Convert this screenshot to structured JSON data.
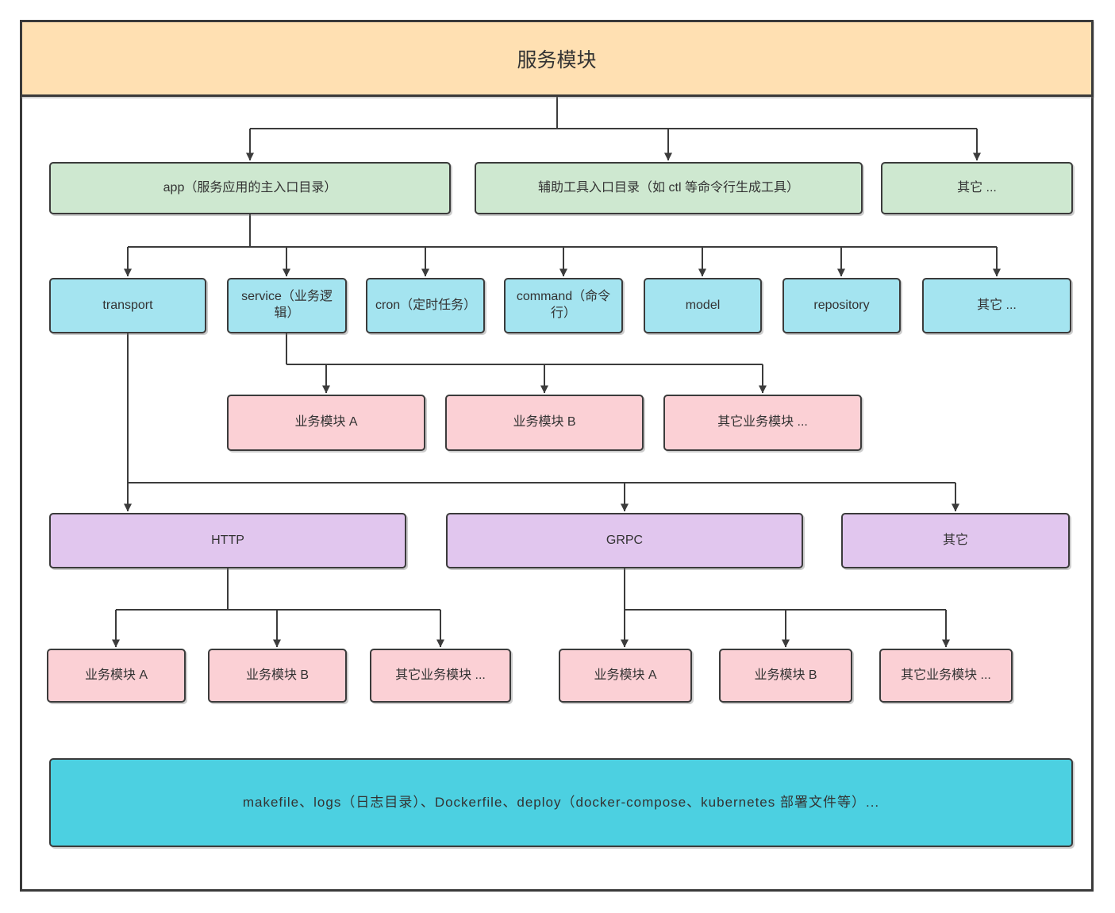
{
  "title": "服务模块",
  "colors": {
    "header_bg": "#ffe0b2",
    "entry_bg": "#cee8d0",
    "layer_bg": "#a4e4f0",
    "module_bg": "#fbd0d5",
    "protocol_bg": "#e1c6ee",
    "infra_bg": "#4cd0e1",
    "border": "#3b3b3b",
    "line": "#3c3c3c",
    "text": "#333333"
  },
  "entries": {
    "app": "app（服务应用的主入口目录）",
    "tools": "辅助工具入口目录（如 ctl 等命令行生成工具）",
    "other": "其它 ..."
  },
  "layers": {
    "transport": "transport",
    "service": "service（业务逻辑）",
    "cron": "cron（定时任务）",
    "command": "command（命令行）",
    "model": "model",
    "repository": "repository",
    "other": "其它 ..."
  },
  "service_modules": {
    "a": "业务模块 A",
    "b": "业务模块 B",
    "other": "其它业务模块 ..."
  },
  "protocols": {
    "http": "HTTP",
    "grpc": "GRPC",
    "other": "其它"
  },
  "http_modules": {
    "a": "业务模块 A",
    "b": "业务模块 B",
    "other": "其它业务模块 ..."
  },
  "grpc_modules": {
    "a": "业务模块 A",
    "b": "业务模块 B",
    "other": "其它业务模块 ..."
  },
  "footer": "makefile、logs（日志目录）、Dockerfile、deploy（docker-compose、kubernetes 部署文件等）..."
}
